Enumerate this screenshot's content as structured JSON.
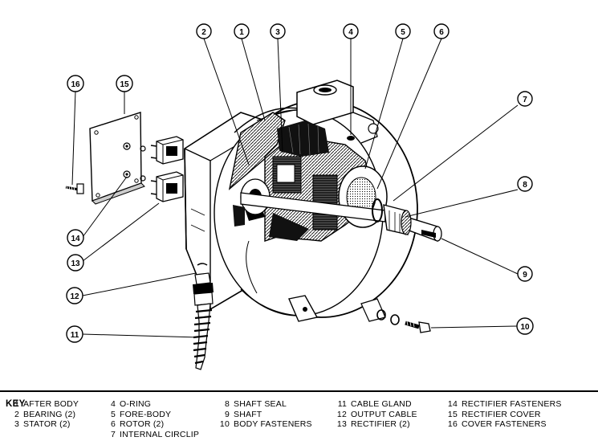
{
  "callouts": [
    {
      "num": "1",
      "label": "AFTER BODY"
    },
    {
      "num": "2",
      "label": "BEARING (2)"
    },
    {
      "num": "3",
      "label": "STATOR (2)"
    },
    {
      "num": "4",
      "label": "O-RING"
    },
    {
      "num": "5",
      "label": "FORE-BODY"
    },
    {
      "num": "6",
      "label": "ROTOR (2)"
    },
    {
      "num": "7",
      "label": "INTERNAL CIRCLIP"
    },
    {
      "num": "8",
      "label": "SHAFT SEAL"
    },
    {
      "num": "9",
      "label": "SHAFT"
    },
    {
      "num": "10",
      "label": "BODY FASTENERS"
    },
    {
      "num": "11",
      "label": "CABLE GLAND"
    },
    {
      "num": "12",
      "label": "OUTPUT CABLE"
    },
    {
      "num": "13",
      "label": "RECTIFIER (2)"
    },
    {
      "num": "14",
      "label": "RECTIFIER FASTENERS"
    },
    {
      "num": "15",
      "label": "RECTIFIER COVER"
    },
    {
      "num": "16",
      "label": "COVER FASTENERS"
    }
  ],
  "key": {
    "title": "KEY",
    "columns": [
      [
        {
          "num": "1",
          "label": "AFTER BODY"
        },
        {
          "num": "2",
          "label": "BEARING (2)"
        },
        {
          "num": "3",
          "label": "STATOR (2)"
        }
      ],
      [
        {
          "num": "4",
          "label": "O-RING"
        },
        {
          "num": "5",
          "label": "FORE-BODY"
        },
        {
          "num": "6",
          "label": "ROTOR (2)"
        },
        {
          "num": "7",
          "label": "INTERNAL CIRCLIP"
        }
      ],
      [
        {
          "num": "8",
          "label": "SHAFT SEAL"
        },
        {
          "num": "9",
          "label": "SHAFT"
        },
        {
          "num": "10",
          "label": "BODY FASTENERS"
        }
      ],
      [
        {
          "num": "11",
          "label": "CABLE GLAND"
        },
        {
          "num": "12",
          "label": "OUTPUT CABLE"
        },
        {
          "num": "13",
          "label": "RECTIFIER (2)"
        }
      ],
      [
        {
          "num": "14",
          "label": "RECTIFIER FASTENERS"
        },
        {
          "num": "15",
          "label": "RECTIFIER COVER"
        },
        {
          "num": "16",
          "label": "COVER FASTENERS"
        }
      ]
    ]
  }
}
